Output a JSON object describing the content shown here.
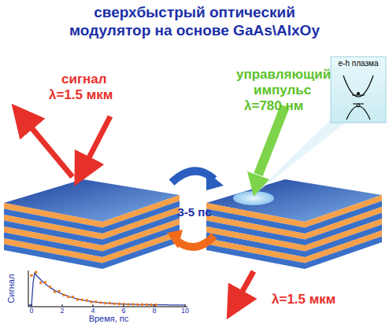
{
  "diagram": {
    "title": "сверхбыстрый оптический модулятор на основе GaAs\\AlxOy",
    "nodes": [
      {
        "text": [
          "e-h плазма"
        ]
      }
    ],
    "labels": [
      "сигнал",
      "λ=1.5 мкм",
      "управляющий",
      "импульс",
      "λ=780 нм",
      "3-5 пс",
      "Сигнал",
      "0",
      "2",
      "4",
      "6",
      "8",
      "10",
      "Время, пс",
      "λ=1.5 мкм"
    ]
  }
}
